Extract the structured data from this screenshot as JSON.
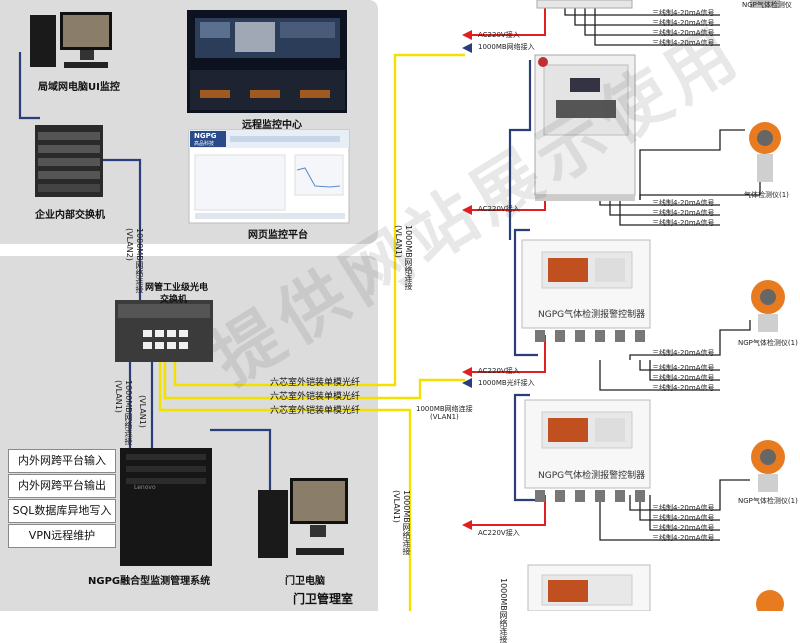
{
  "colors": {
    "ethernet": "#2a3f7a",
    "fiber": "#f2e000",
    "power": "#e02020",
    "signal": "#222222",
    "panel_bg": "#dddddd"
  },
  "labels": {
    "lan_ui_monitor": "局域网电脑UI监控",
    "enterprise_switch": "企业内部交换机",
    "remote_center": "远程监控中心",
    "web_platform": "网页监控平台",
    "web_brand": "NGPG",
    "web_brand_sub": "高品科技",
    "industrial_switch_l1": "网管工业级光电",
    "industrial_switch_l2": "交换机",
    "server_label": "NGPG融合型监测管理系统",
    "server_brand": "Lenovo",
    "guard_pc": "门卫电脑",
    "guard_room": "门卫管理室",
    "watermark": "提供网站展示使用"
  },
  "features": [
    "内外网跨平台输入",
    "内外网跨平台输出",
    "SQL数据库异地写入",
    "VPN远程维护"
  ],
  "fiber_labels": [
    "六芯室外铠装单模光纤",
    "六芯室外铠装单模光纤",
    "六芯室外铠装单模光纤"
  ],
  "vertical_labels": {
    "vlan2": "1000MB网络连接\n(VLAN2)",
    "vlan1_a": "1000MB网络连接\n(VLAN1)",
    "vlan1_b": "(VLAN1)",
    "vlan1_right": "1000MB网络连接\n(VLAN1)",
    "vlan1_right2": "1000MB网络连接\n(VLAN1)",
    "vlan1_right3": "1000MB网络连接"
  },
  "ac_label": "AC220V接入",
  "net_label": "1000MB网络接入",
  "fiber_in_label": "1000MB光纤接入",
  "mid_net_label_l1": "1000MB网络连接",
  "mid_net_label_l2": "(VLAN1)",
  "signal_label": "三线制4-20mA信号",
  "controller_label": "NGPG气体检测报警控制器",
  "detector_label_1": "NGP气体检测仪",
  "detector_label_2": "气体检测仪(1)",
  "detector_label_3": "NGP气体检测仪(1)",
  "detector_label_4": "NGP气体检测仪(1)"
}
